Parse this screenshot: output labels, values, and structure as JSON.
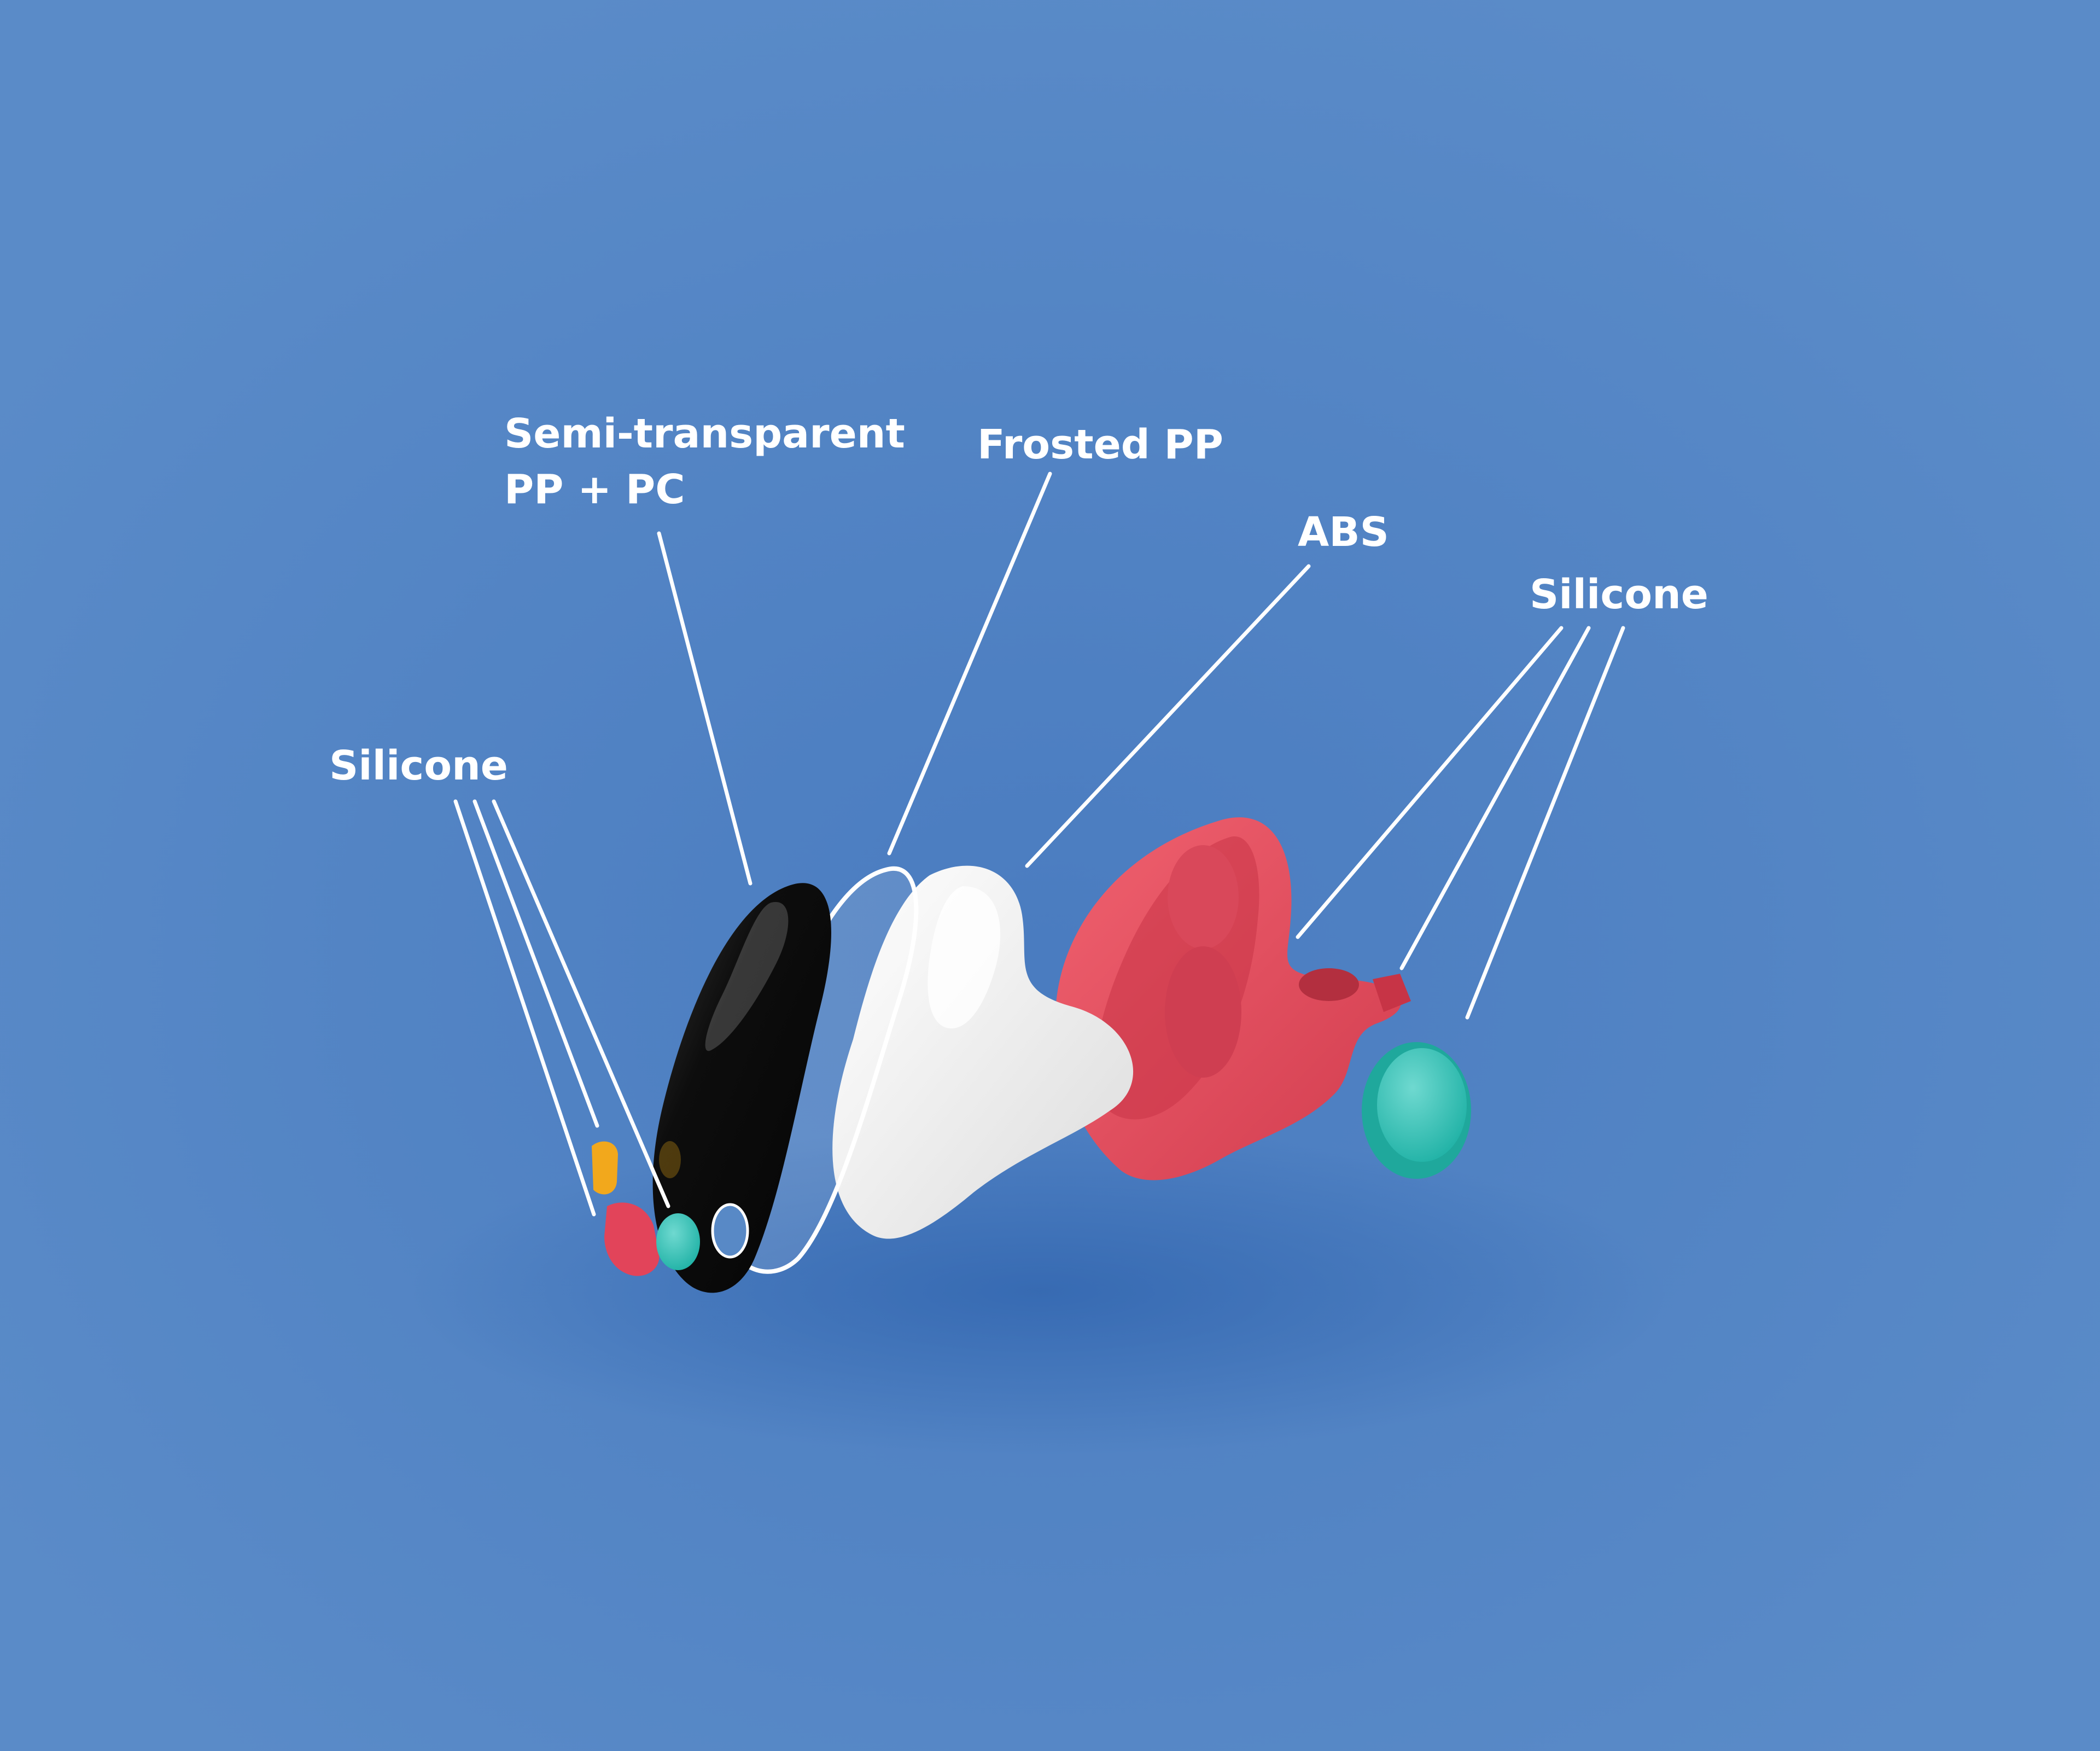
{
  "labels": {
    "silicone_left": "Silicone",
    "semi_transparent_line1": "Semi-transparent",
    "semi_transparent_line2": "PP + PC",
    "frosted": "Frosted PP",
    "abs": "ABS",
    "silicone_right": "Silicone"
  },
  "colors": {
    "background": "#5889c6",
    "black_shell": "#111111",
    "frosted_shell": "#f2f2f2",
    "abs_body": "#e4505f",
    "silicone_teal": "#3cc6bb",
    "silicone_red": "#e2445a",
    "silicone_amber": "#f2a81c",
    "leader": "#ffffff"
  }
}
